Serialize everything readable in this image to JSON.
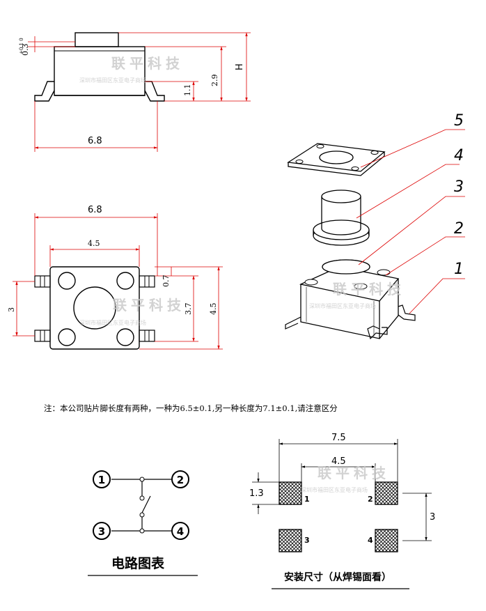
{
  "dimensions": {
    "top_view": {
      "top_offset": "0.3",
      "top_tolerance": "+0.1 0",
      "total_height": "H",
      "body_height": "2.9",
      "foot_height": "1.1",
      "width": "6.8"
    },
    "front_view": {
      "width": "6.8",
      "hole_spacing": "4.5",
      "pin_spacing": "3",
      "pin_width": "0.7",
      "inner_height": "3.7",
      "outer_height": "4.5"
    },
    "footprint": {
      "outer_width": "7.5",
      "inner_width": "4.5",
      "pad_height": "1.3",
      "pad_spacing": "3"
    }
  },
  "exploded_view": {
    "part_labels": [
      "1",
      "2",
      "3",
      "4",
      "5"
    ]
  },
  "note": "注：本公司贴片脚长度有两种，一种为6.5±0.1,另一种长度为7.1±0.1,请注意区分",
  "circuit": {
    "pins": [
      "1",
      "2",
      "3",
      "4"
    ],
    "caption": "电路图表"
  },
  "footprint_pins": [
    "1",
    "2",
    "3",
    "4"
  ],
  "footprint_caption": "安装尺寸（从焊锡面看）",
  "watermark": {
    "company": "联平科技",
    "address": "深圳市福田区东亚电子商场"
  }
}
